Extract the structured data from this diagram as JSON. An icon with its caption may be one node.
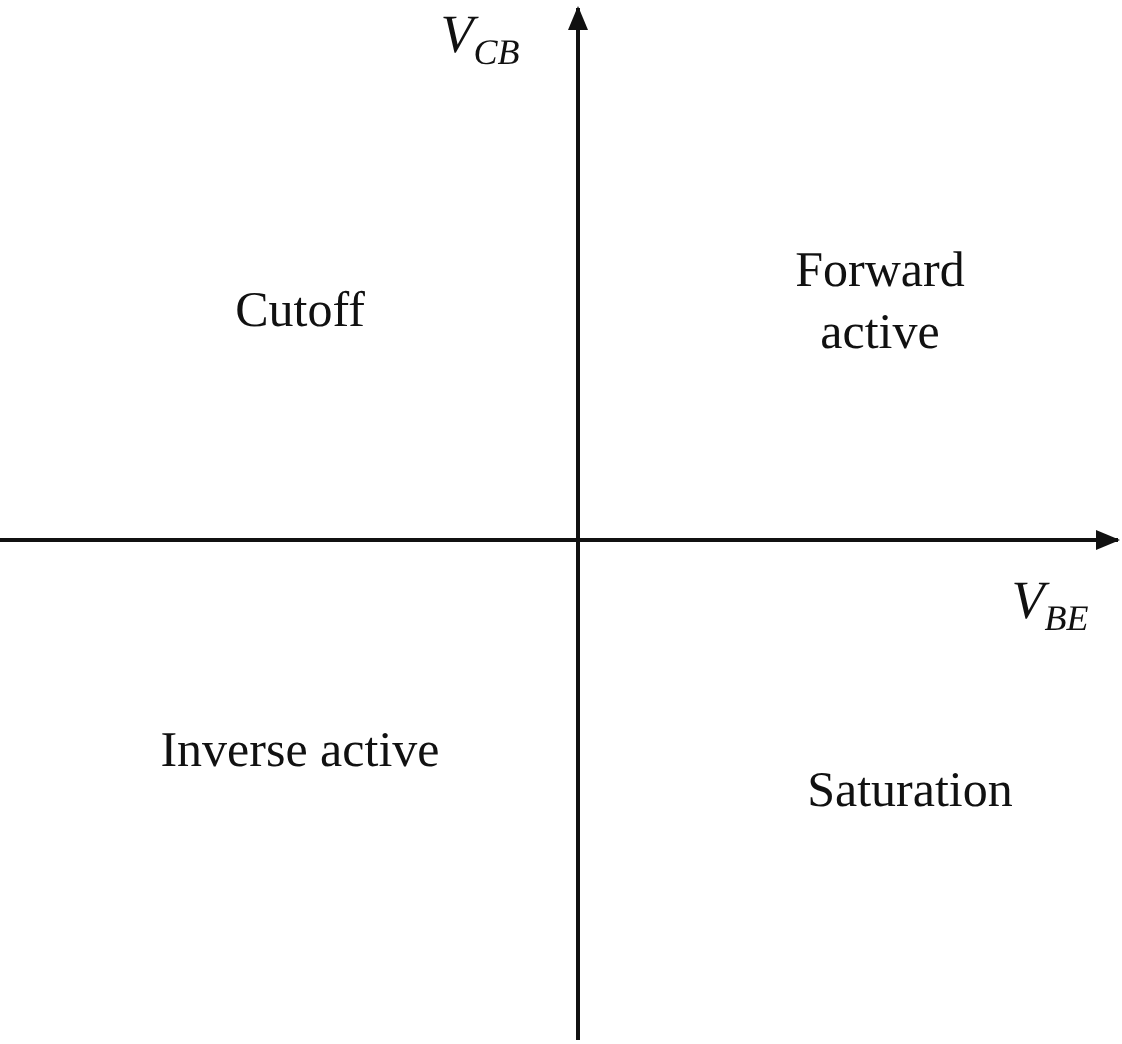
{
  "diagram": {
    "labels": [
      "V$_{CB}$",
      "Cutoff",
      "Forward active",
      "V$_{BE}$",
      "Inverse active",
      "Saturation"
    ]
  }
}
